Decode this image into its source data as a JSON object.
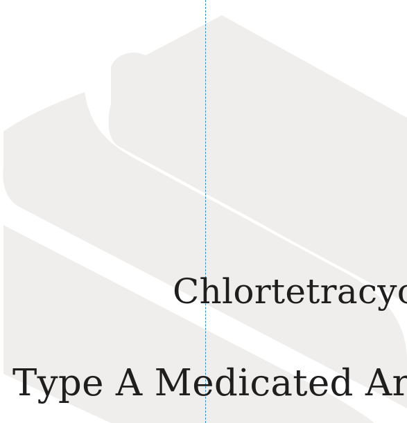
{
  "document": {
    "title_line_1": "Chlortetracycline",
    "title_line_2": "Type A Medicated Article"
  },
  "colors": {
    "background": "#ffffff",
    "watermark": "#efeeec",
    "text": "#1e1e1e",
    "guide_line": "#2a8fd0"
  },
  "icons": {
    "watermark": "hexagon-stripe-logo-watermark"
  }
}
